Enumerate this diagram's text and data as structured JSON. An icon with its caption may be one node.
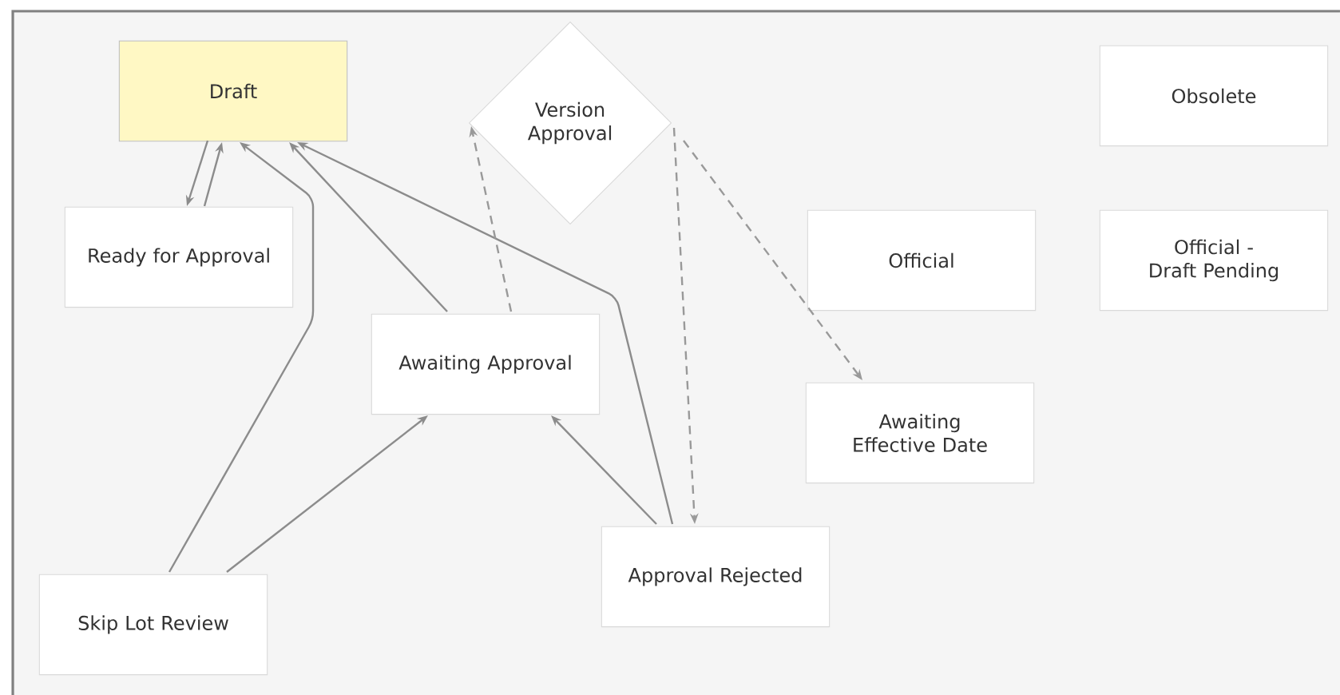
{
  "diagram": {
    "nodes": [
      {
        "text": [
          "Draft"
        ]
      },
      {
        "text": [
          "Version Approval"
        ]
      },
      {
        "text": [
          "Obsolete"
        ]
      },
      {
        "text": [
          "Ready for Approval"
        ]
      },
      {
        "text": [
          "Official"
        ]
      },
      {
        "text": [
          "Official - Draft Pending"
        ]
      },
      {
        "text": [
          "Awaiting Approval"
        ]
      },
      {
        "text": [
          "Awaiting Effective Date"
        ]
      },
      {
        "text": [
          "Approval Rejected"
        ]
      },
      {
        "text": [
          "Skip Lot Review"
        ]
      }
    ],
    "edges": [
      {
        "from": 0,
        "to": 3,
        "arrow": "to"
      },
      {
        "from": 3,
        "to": 0,
        "arrow": "to"
      },
      {
        "from": 9,
        "to": 0,
        "arrow": "to"
      },
      {
        "from": 9,
        "to": 6,
        "arrow": "to"
      },
      {
        "from": 6,
        "to": 0,
        "arrow": "to"
      },
      {
        "from": 8,
        "to": 0,
        "arrow": "to"
      },
      {
        "from": 8,
        "to": 6,
        "arrow": "to"
      },
      {
        "from": 6,
        "to": 1,
        "arrow": "to",
        "style": "dashed"
      },
      {
        "from": 1,
        "to": 8,
        "arrow": "to",
        "style": "dashed"
      },
      {
        "from": 1,
        "to": 7,
        "arrow": "to",
        "style": "dashed"
      }
    ]
  }
}
